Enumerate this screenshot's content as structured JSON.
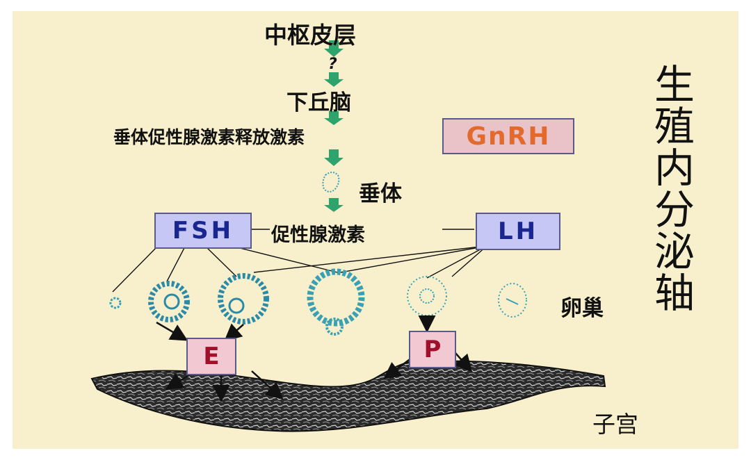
{
  "flow": {
    "cortex": "中枢皮层",
    "unknown": "?",
    "hypothalamus": "下丘脑",
    "gnrh_full": "垂体促性腺激素释放激素",
    "pituitary": "垂体",
    "gonadotropin": "促性腺激素"
  },
  "boxes": {
    "gnrh": "GnRH",
    "fsh": "FSH",
    "lh": "LH",
    "e": "E",
    "p": "P"
  },
  "labels": {
    "ovary": "卵巢",
    "uterus": "子宫",
    "title_vertical": "生殖内分泌轴"
  },
  "colors": {
    "background": "#f8f0cc",
    "arrow_green": "#2fa36c",
    "gnrh_box_fill": "#e9c3c8",
    "gnrh_text": "#e26a2c",
    "hormone_box_fill": "#c7c7f5",
    "hormone_text": "#1a2690",
    "ep_box_fill": "#f2c8d2",
    "ep_text": "#a0102a",
    "follicle": "#3aa0b4"
  },
  "icons": [
    "down-arrow-icon",
    "pituitary-gland-icon",
    "follicle-icon",
    "uterus-wall-icon"
  ]
}
